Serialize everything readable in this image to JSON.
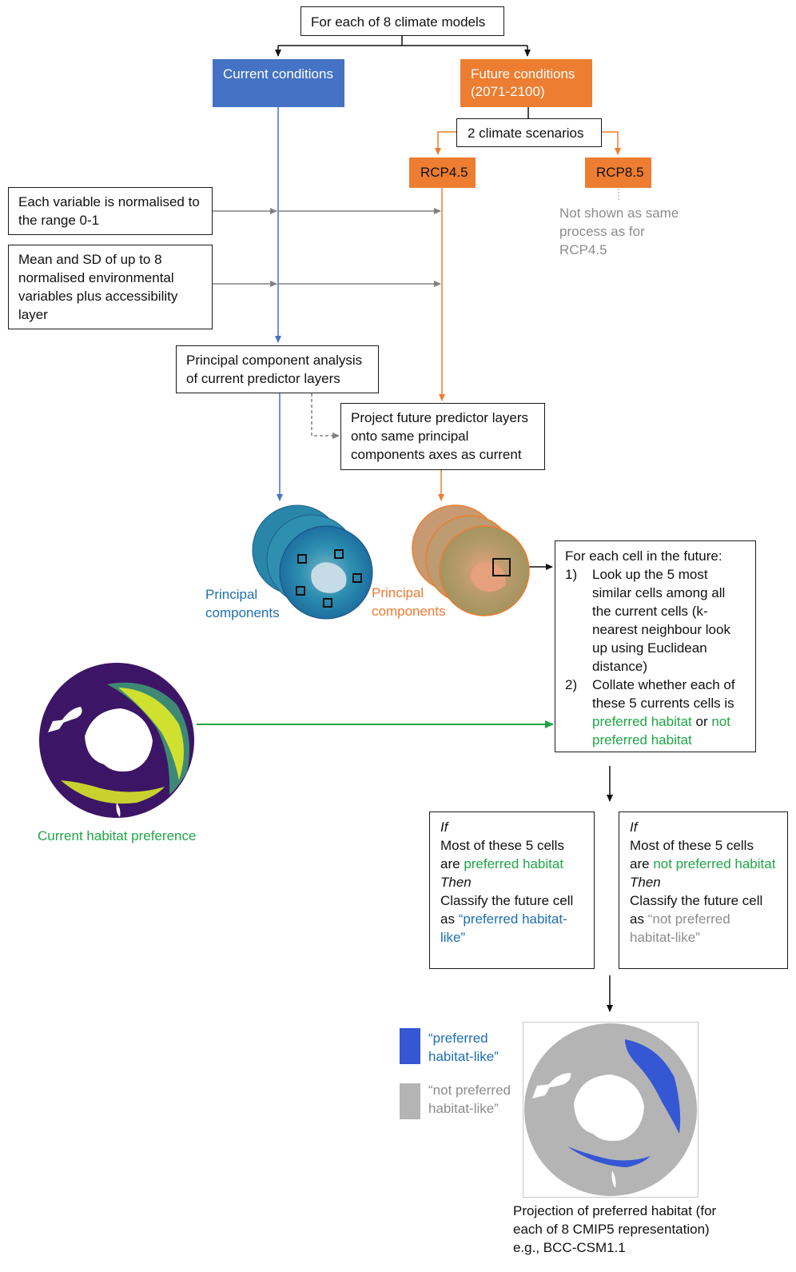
{
  "top": "For each of 8 climate models",
  "current": "Current conditions",
  "future": "Future conditions (2071-2100)",
  "scenarios": "2 climate scenarios",
  "rcp45": "RCP4.5",
  "rcp85": "RCP8.5",
  "rcp85_note": "Not shown as same process as for RCP4.5",
  "normalise": "Each variable is normalised to the range 0-1",
  "meansd": "Mean and SD of up to 8 normalised environmental variables plus accessibility layer",
  "pca": "Principal component analysis of current predictor layers",
  "project": "Project future predictor layers onto same principal components axes as current",
  "pc_current_label": "Principal components",
  "pc_future_label": "Principal components",
  "knn": {
    "intro": "For each cell in the future:",
    "step1_num": "1)",
    "step1": "Look up the 5 most similar cells among all the current cells (k-nearest neighbour look up using Euclidean distance)",
    "step2_num": "2)",
    "step2_a": "Collate whether each of these 5 currents cells is",
    "step2_pref": "preferred habitat",
    "step2_or": "or",
    "step2_notpref": "not preferred habitat"
  },
  "habitat_label": "Current habitat preference",
  "rule_pref": {
    "if": "If",
    "line_a": "Most of these 5 cells are",
    "green": "preferred habitat",
    "then": "Then",
    "line_b": "Classify the future cell as",
    "result": "“preferred habitat-like”"
  },
  "rule_notpref": {
    "if": "If",
    "line_a": "Most of these 5 cells are",
    "green": "not preferred habitat",
    "then": "Then",
    "line_b": "Classify the future cell as",
    "result": "“not preferred habitat-like”"
  },
  "legend": {
    "pref": "“preferred habitat-like”",
    "notpref": "“not preferred habitat-like”"
  },
  "projection_caption": "Projection of preferred habitat (for each of 8 CMIP5 representation) e.g., BCC-CSM1.1",
  "colors": {
    "current": "#4472c4",
    "future": "#ed7d31",
    "green": "#1fa647",
    "pref_blue": "#3557d4",
    "notpref_grey": "#b4b4b4"
  }
}
